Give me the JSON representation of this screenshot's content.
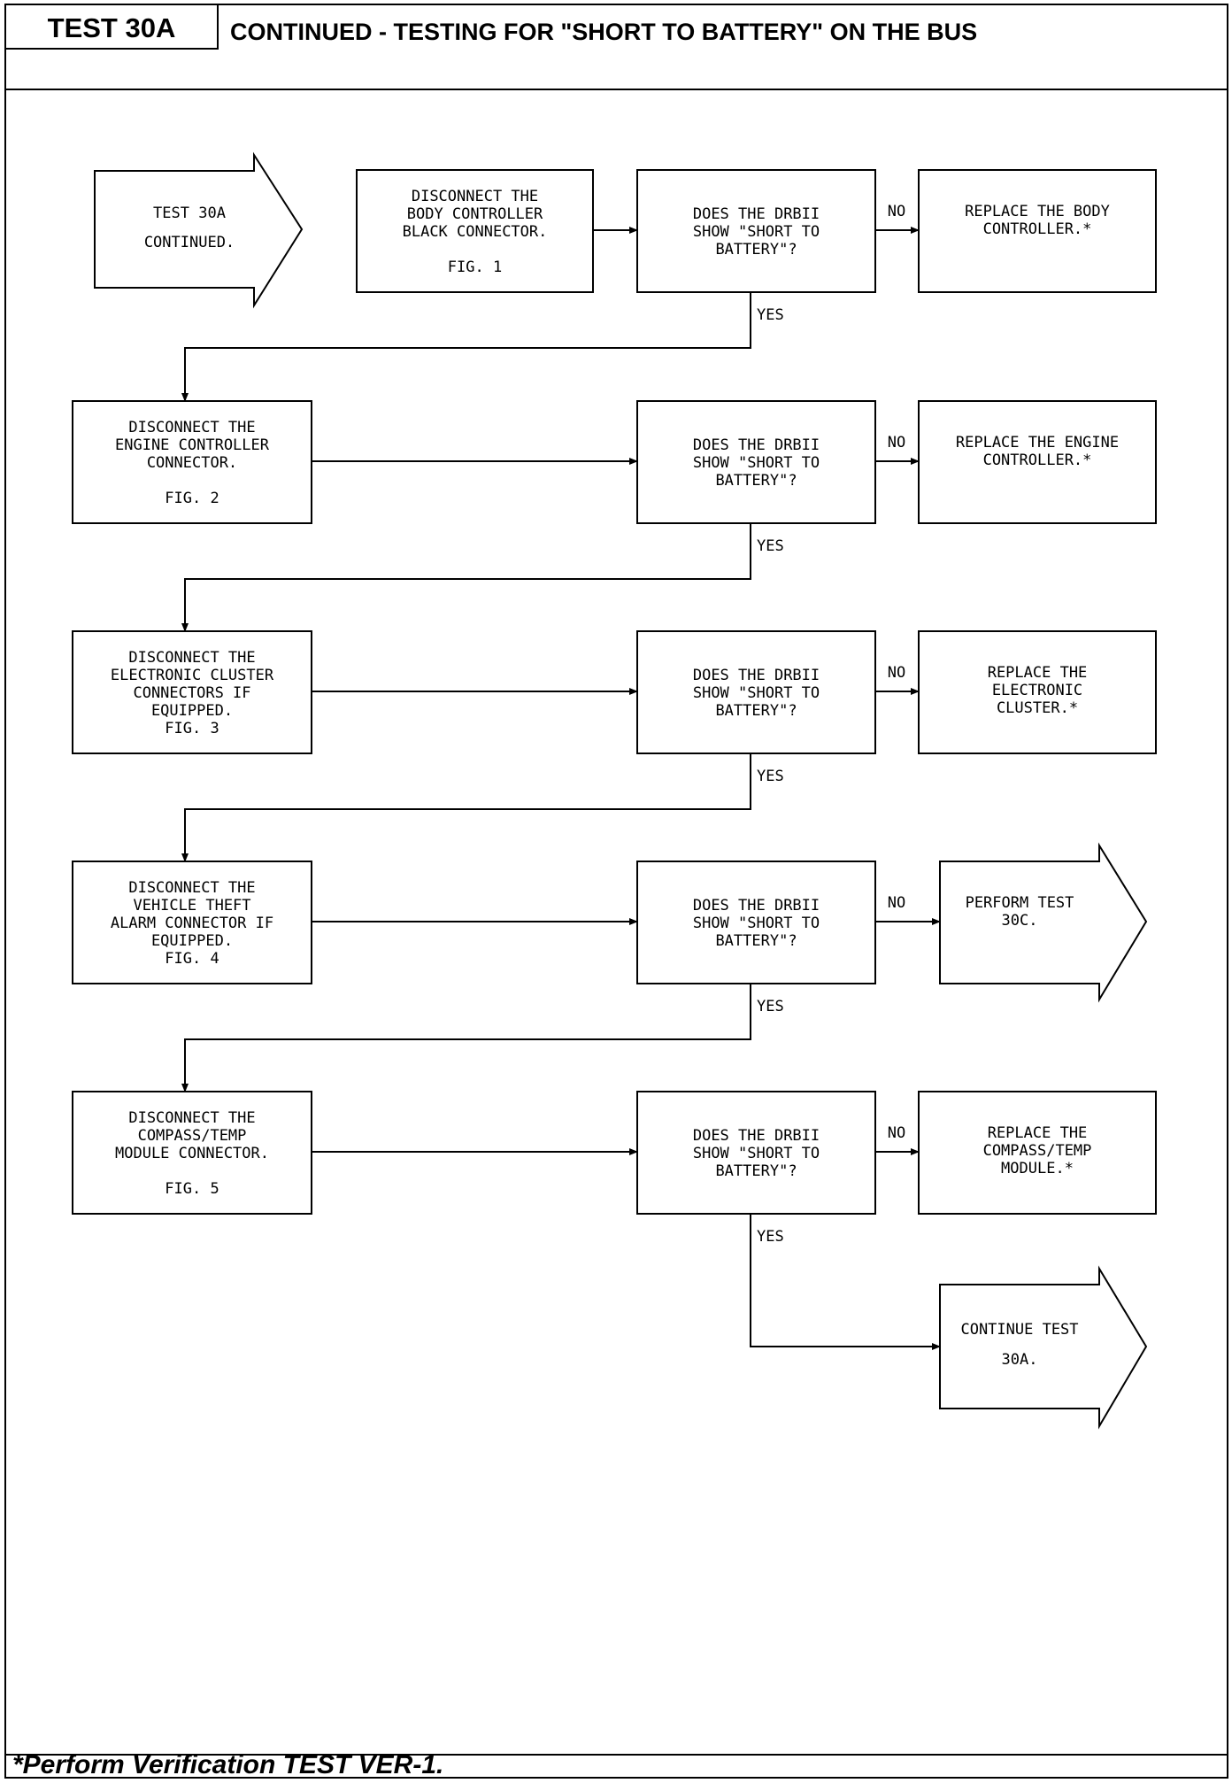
{
  "header": {
    "test_id": "TEST 30A",
    "title": "CONTINUED - TESTING FOR \"SHORT TO BATTERY\" ON THE BUS"
  },
  "footer": {
    "note": "*Perform Verification TEST VER-1."
  },
  "flow": {
    "start": {
      "lines": [
        "TEST 30A",
        "CONTINUED."
      ]
    },
    "steps": [
      {
        "action": [
          "DISCONNECT THE",
          "BODY CONTROLLER",
          "BLACK CONNECTOR.",
          "FIG. 1"
        ],
        "question": [
          "DOES THE DRBII",
          "SHOW \"SHORT TO",
          "BATTERY\"?"
        ],
        "no_label": "NO",
        "no_result": [
          "REPLACE THE BODY",
          "CONTROLLER.*"
        ],
        "yes_label": "YES"
      },
      {
        "action": [
          "DISCONNECT THE",
          "ENGINE CONTROLLER",
          "CONNECTOR.",
          "FIG. 2"
        ],
        "question": [
          "DOES THE DRBII",
          "SHOW \"SHORT TO",
          "BATTERY\"?"
        ],
        "no_label": "NO",
        "no_result": [
          "REPLACE THE ENGINE",
          "CONTROLLER.*"
        ],
        "yes_label": "YES"
      },
      {
        "action": [
          "DISCONNECT THE",
          "ELECTRONIC CLUSTER",
          "CONNECTORS IF",
          "EQUIPPED.",
          "FIG. 3"
        ],
        "question": [
          "DOES THE DRBII",
          "SHOW \"SHORT TO",
          "BATTERY\"?"
        ],
        "no_label": "NO",
        "no_result": [
          "REPLACE THE",
          "ELECTRONIC",
          "CLUSTER.*"
        ],
        "yes_label": "YES"
      },
      {
        "action": [
          "DISCONNECT THE",
          "VEHICLE THEFT",
          "ALARM CONNECTOR IF",
          "EQUIPPED.",
          "FIG. 4"
        ],
        "question": [
          "DOES THE DRBII",
          "SHOW \"SHORT TO",
          "BATTERY\"?"
        ],
        "no_label": "NO",
        "no_result": [
          "PERFORM TEST",
          "30C."
        ],
        "yes_label": "YES"
      },
      {
        "action": [
          "DISCONNECT THE",
          "COMPASS/TEMP",
          "MODULE CONNECTOR.",
          "FIG. 5"
        ],
        "question": [
          "DOES THE DRBII",
          "SHOW \"SHORT TO",
          "BATTERY\"?"
        ],
        "no_label": "NO",
        "no_result": [
          "REPLACE THE",
          "COMPASS/TEMP",
          "MODULE.*"
        ],
        "yes_label": "YES"
      }
    ],
    "end": {
      "lines": [
        "CONTINUE TEST",
        "30A."
      ]
    }
  }
}
